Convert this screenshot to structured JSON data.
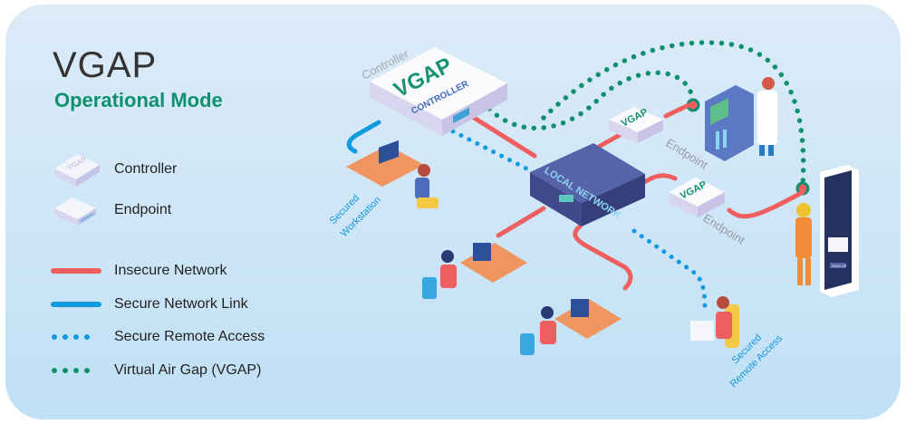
{
  "header": {
    "title": "VGAP",
    "subtitle": "Operational Mode"
  },
  "legend": {
    "devices": [
      {
        "icon": "controller-device-icon",
        "label": "Controller"
      },
      {
        "icon": "endpoint-device-icon",
        "label": "Endpoint"
      }
    ],
    "links": [
      {
        "style": "solid",
        "color": "#ef5f5f",
        "label": "Insecure Network"
      },
      {
        "style": "solid",
        "color": "#0f9ae0",
        "label": "Secure Network Link"
      },
      {
        "style": "dotted",
        "color": "#0f9ae0",
        "label": "Secure Remote Access"
      },
      {
        "style": "dotted",
        "color": "#0f8f6c",
        "label": "Virtual Air Gap (VGAP)"
      }
    ]
  },
  "diagram": {
    "controller": {
      "caption": "Controller",
      "face_line1": "VGAP",
      "face_line2": "CONTROLLER"
    },
    "switch": {
      "face": "LOCAL NETWORK"
    },
    "endpoints": [
      {
        "face": "VGAP",
        "caption": "Endpoint"
      },
      {
        "face": "VGAP",
        "caption": "Endpoint"
      }
    ],
    "workstation_caption": [
      "Secured",
      "Workstation"
    ],
    "remote_caption": [
      "Secured",
      "Remote Access"
    ],
    "phone_button": "SIGN UP"
  },
  "colors": {
    "insecure": "#ef5f5f",
    "secure": "#0f9ae0",
    "vgap": "#0f8f6c",
    "title_green": "#0f9170"
  }
}
